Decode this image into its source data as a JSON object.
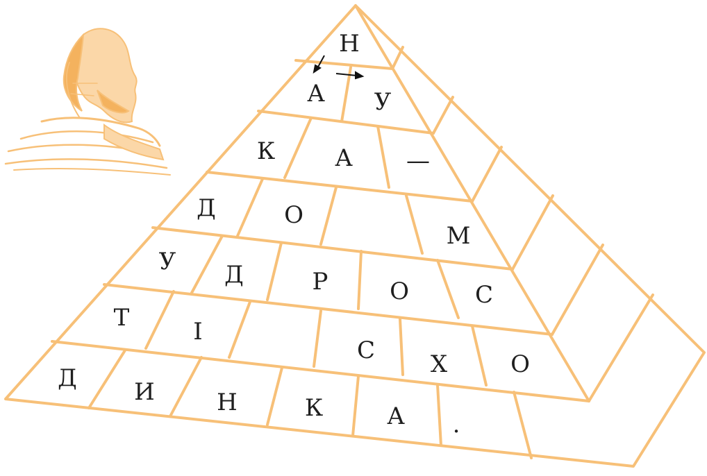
{
  "accent_color": "#f7c078",
  "icons": {
    "sphinx": "sphinx-icon",
    "arrow_down_left": "arrow-down-left-icon",
    "arrow_right": "arrow-right-icon"
  },
  "letters": {
    "r1_1": "Н",
    "r2_1": "А",
    "r2_2": "У",
    "r3_1": "К",
    "r3_2": "А",
    "r3_3": "—",
    "r4_1": "Д",
    "r4_2": "О",
    "r4_4": "М",
    "r5_1": "У",
    "r5_2": "Д",
    "r5_3": "Р",
    "r5_4": "О",
    "r5_5": "С",
    "r6_1": "Т",
    "r6_2": "І",
    "r6_4": "С",
    "r6_5": "Х",
    "r6_6": "О",
    "r7_1": "Д",
    "r7_2": "И",
    "r7_3": "Н",
    "r7_4": "К",
    "r7_5": "А",
    "r7_6": "."
  }
}
